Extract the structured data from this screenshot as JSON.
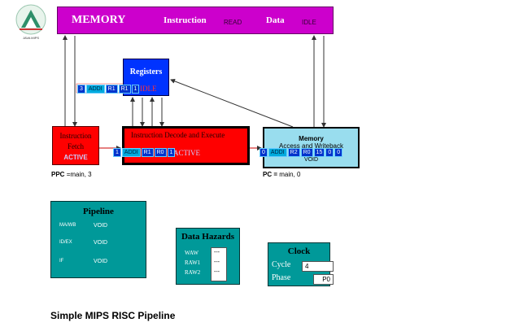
{
  "memory": {
    "title": "MEMORY",
    "instruction_label": "Instruction",
    "instruction_state": "READ",
    "data_label": "Data",
    "data_state": "IDLE"
  },
  "registers": {
    "title": "Registers",
    "status": "IDLE",
    "tokens": [
      "3",
      "ADDI",
      "R1",
      "R1",
      "1"
    ]
  },
  "fetch": {
    "line1": "Instruction",
    "line2": "Fetch",
    "status": "ACTIVE"
  },
  "decode": {
    "title": "Instruction Decode and Execute",
    "status": "ACTIVE",
    "tokens": [
      "1",
      "ADDI",
      "R1",
      "R0",
      "1"
    ]
  },
  "memstage": {
    "line1": "Memory",
    "line2": "Access and Writeback",
    "status": "VOID",
    "tokens": [
      "0",
      "ADDI",
      "R2",
      "R0",
      "15",
      "0",
      "0"
    ]
  },
  "ppc": {
    "label": "PPC",
    "value": "=main, 3"
  },
  "pc": {
    "label": "PC =",
    "value": "main, 0"
  },
  "pipeline": {
    "title": "Pipeline",
    "rows": [
      {
        "label": "MA/WB",
        "value": "VOID"
      },
      {
        "label": "ID/EX",
        "value": "VOID"
      },
      {
        "label": "IF",
        "value": "VOID"
      }
    ]
  },
  "hazards": {
    "title": "Data Hazards",
    "rows": [
      {
        "label": "WAW",
        "value": "---"
      },
      {
        "label": "RAW1",
        "value": "---"
      },
      {
        "label": "RAW2",
        "value": "---"
      }
    ]
  },
  "clock": {
    "title": "Clock",
    "cycle_label": "Cycle",
    "cycle_value": "4",
    "phase_label": "Phase",
    "phase_value": "P0"
  },
  "logo_text": "JAVA MIPS",
  "caption": "Simple MIPS RISC Pipeline"
}
